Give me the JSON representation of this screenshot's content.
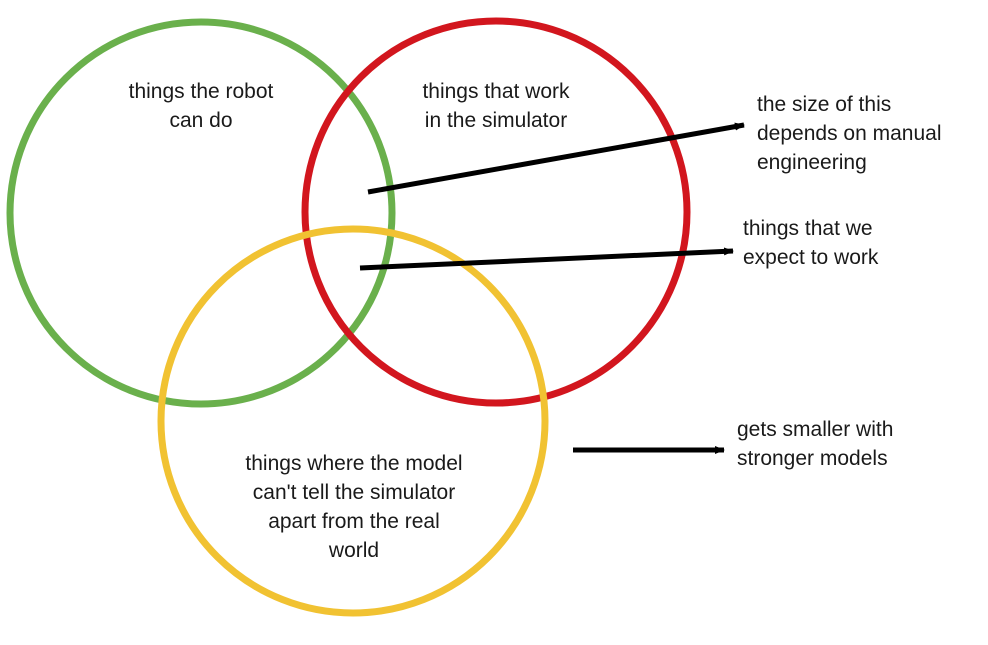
{
  "circles": {
    "green": {
      "color": "#6ab04c"
    },
    "red": {
      "color": "#d2161e"
    },
    "yellow": {
      "color": "#f1c232"
    }
  },
  "labels": {
    "robot": [
      "things the robot",
      "can do"
    ],
    "simulator": [
      "things that work",
      "in the simulator"
    ],
    "model": [
      "things where the model",
      "can't tell the simulator",
      "apart from the real",
      "world"
    ]
  },
  "annotations": {
    "manual": [
      "the size of this",
      "depends on manual",
      "engineering"
    ],
    "expect": [
      "things that we",
      "expect to work"
    ],
    "smaller": [
      "gets smaller with",
      "stronger models"
    ]
  },
  "arrow_color": "#000000"
}
